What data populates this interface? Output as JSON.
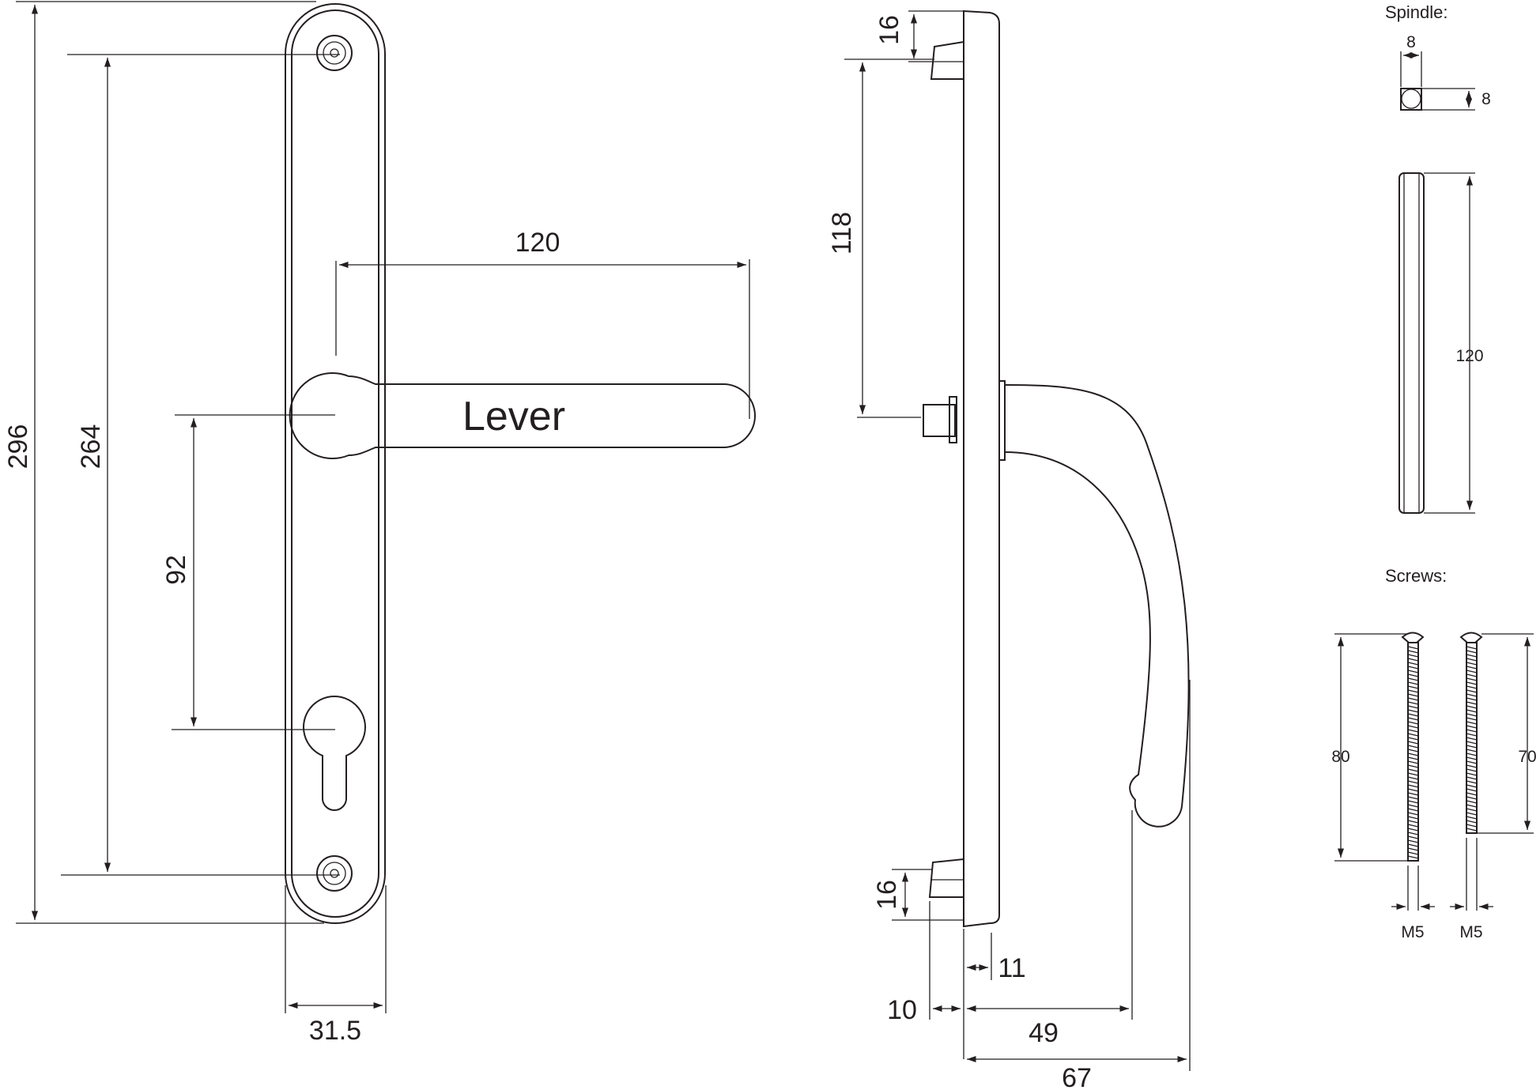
{
  "front_view": {
    "lever_label": "Lever",
    "dims": {
      "overall_height": "296",
      "screw_centres": "264",
      "lever_to_cylinder": "92",
      "lever_length": "120",
      "plate_width": "31.5"
    }
  },
  "side_view": {
    "dims": {
      "top_spacer": "16",
      "spacer_to_lever": "118",
      "bottom_spacer": "16",
      "plate_thickness": "11",
      "spacer_depth": "10",
      "grip_projection": "49",
      "overall_projection": "67"
    }
  },
  "spindle": {
    "title": "Spindle:",
    "width": "8",
    "height": "8",
    "length": "120"
  },
  "screws": {
    "title": "Screws:",
    "items": [
      {
        "length": "80",
        "thread": "M5"
      },
      {
        "length": "70",
        "thread": "M5"
      }
    ]
  },
  "colors": {
    "line": "#231f20",
    "background": "#ffffff"
  }
}
